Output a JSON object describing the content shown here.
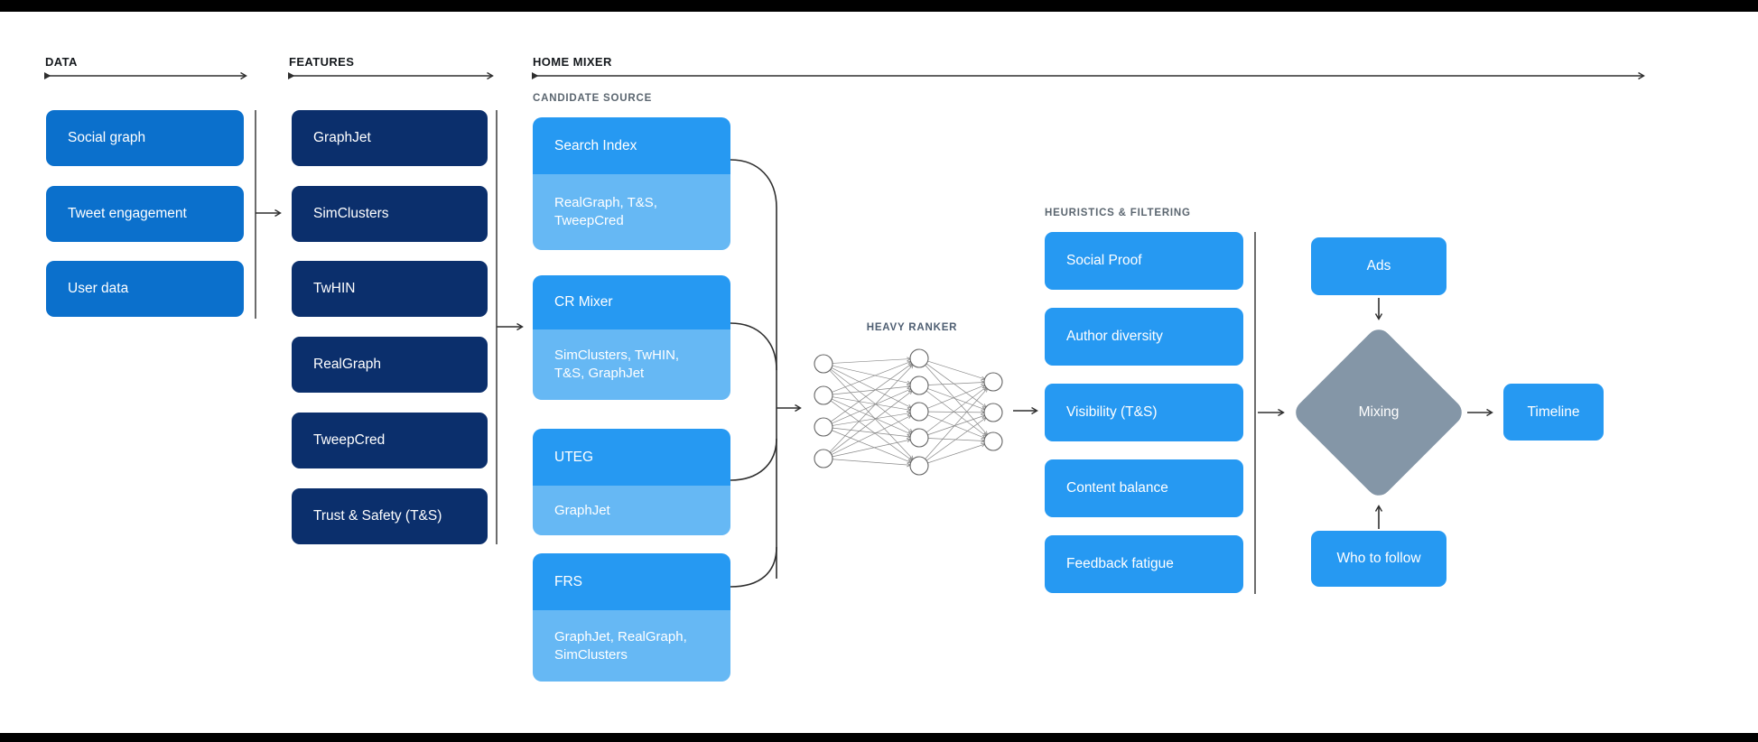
{
  "colors": {
    "letterbox": "#000000",
    "canvas": "#ffffff",
    "line": "#2e2e2e",
    "label_gray": "#5b6670",
    "ranker_label": "#4e5e72",
    "data_box": "#0b70cc",
    "feature_box": "#0b2f6c",
    "candidate_primary": "#2699f2",
    "candidate_secondary": "#66b8f4",
    "heuristic_box": "#2699f2",
    "diamond": "#8496a7",
    "box_text": "#ffffff"
  },
  "sections": {
    "data": {
      "label": "DATA",
      "items": [
        "Social graph",
        "Tweet engagement",
        "User data"
      ]
    },
    "features": {
      "label": "FEATURES",
      "items": [
        "GraphJet",
        "SimClusters",
        "TwHIN",
        "RealGraph",
        "TweepCred",
        "Trust & Safety (T&S)"
      ]
    },
    "home_mixer": {
      "label": "HOME MIXER",
      "candidate_source": {
        "label": "CANDIDATE SOURCE",
        "items": [
          {
            "title": "Search Index",
            "sub": "RealGraph, T&S, TweepCred"
          },
          {
            "title": "CR Mixer",
            "sub": "SimClusters, TwHIN, T&S, GraphJet"
          },
          {
            "title": "UTEG",
            "sub": "GraphJet"
          },
          {
            "title": "FRS",
            "sub": "GraphJet, RealGraph, SimClusters"
          }
        ]
      },
      "heavy_ranker": {
        "label": "HEAVY RANKER"
      },
      "heuristics": {
        "label": "HEURISTICS & FILTERING",
        "items": [
          "Social Proof",
          "Author diversity",
          "Visibility (T&S)",
          "Content balance",
          "Feedback fatigue"
        ]
      },
      "output": {
        "ads": "Ads",
        "mixing": "Mixing",
        "who_to_follow": "Who to follow",
        "timeline": "Timeline"
      }
    }
  }
}
